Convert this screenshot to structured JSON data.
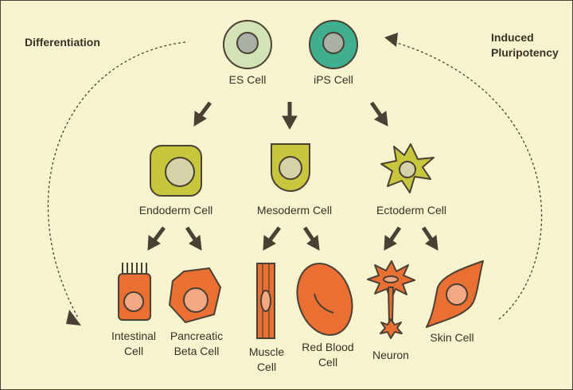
{
  "diagram": {
    "left_arc_label": "Differentiation",
    "right_arc_label": "Induced\nPluripotency"
  },
  "stem_cells": [
    {
      "label": "ES Cell"
    },
    {
      "label": "iPS Cell"
    }
  ],
  "germ_layers": [
    {
      "label": "Endoderm Cell"
    },
    {
      "label": "Mesoderm Cell"
    },
    {
      "label": "Ectoderm Cell"
    }
  ],
  "specialized_cells": [
    {
      "label": "Intestinal\nCell"
    },
    {
      "label": "Pancreatic\nBeta Cell"
    },
    {
      "label": "Muscle\nCell"
    },
    {
      "label": "Red Blood\nCell"
    },
    {
      "label": "Neuron"
    },
    {
      "label": "Skin Cell"
    }
  ],
  "colors": {
    "background": "#f7f3cf",
    "outline": "#4a4033",
    "es_cell": "#d4e3b5",
    "ips_cell": "#3faf8e",
    "nucleus": "#a9b1a6",
    "germ_layer": "#c7c63c",
    "germ_nucleus": "#d4d3a8",
    "specialized": "#ea6f33",
    "specialized_nucleus": "#f1a883",
    "arrow": "#4a4033"
  }
}
